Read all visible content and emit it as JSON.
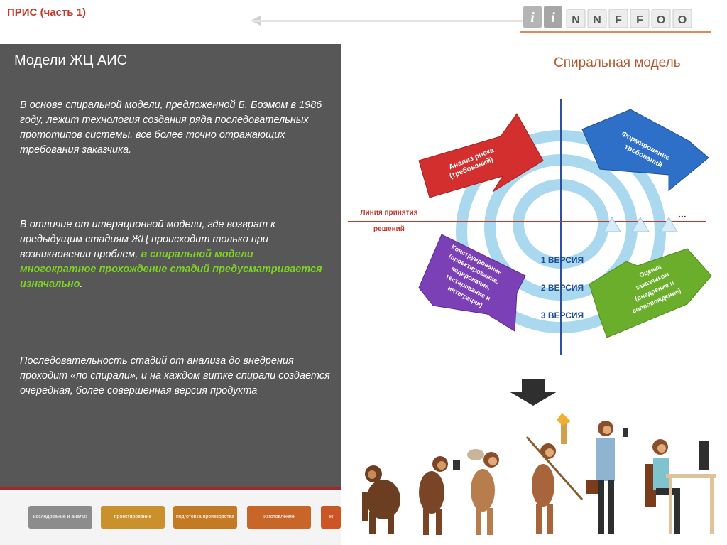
{
  "header": {
    "title": "ПРИС (часть 1)",
    "logo_letters": [
      "i",
      "i",
      "N",
      "N",
      "F",
      "F",
      "O",
      "O"
    ]
  },
  "left_panel": {
    "title": "Модели ЖЦ АИС",
    "paragraph1": "В основе спиральной модели, предложенной Б. Боэмом в 1986 году, лежит технология создания ряда последовательных прототипов системы, все более точно отражающих требования заказчика.",
    "paragraph2_start": "В отличие от итерационной модели, где возврат к предыдущим стадиям ЖЦ происходит только при возникновении проблем, ",
    "paragraph2_highlight": "в спиральной модели многократное прохождение стадий предусматривается изначально",
    "paragraph2_end": ".",
    "paragraph3": "Последовательность стадий от анализа до внедрения проходит «по спирали», и на каждом витке спирали создается очередная, более совершенная версия продукта"
  },
  "stages": [
    {
      "label": "исследование и анализ",
      "color": "#8c8c8c"
    },
    {
      "label": "проектирование",
      "color": "#c9902c"
    },
    {
      "label": "подготовка производства",
      "color": "#c47a22"
    },
    {
      "label": "изготовление",
      "color": "#c8662a"
    },
    {
      "label": "эк",
      "color": "#cc5526"
    }
  ],
  "diagram": {
    "title": "Спиральная модель",
    "decision_line_1": "Линия принятия",
    "decision_line_2": "решений",
    "risk_1": "Анализ риска",
    "risk_2": "(требований)",
    "req_1": "Формирование",
    "req_2": "требований",
    "build_lines": [
      "Конструирование",
      "(проектирование,",
      "кодирование,",
      "тестирование и",
      "интеграция)"
    ],
    "eval_lines": [
      "Оценка",
      "заказчиком",
      "(внедрение и",
      "сопровождение)"
    ],
    "versions": [
      "1 ВЕРСИЯ",
      "2 ВЕРСИЯ",
      "3 ВЕРСИЯ"
    ],
    "ellipsis": "...",
    "colors": {
      "risk": "#d32f2f",
      "req": "#2e6fc8",
      "build": "#7b3fb6",
      "eval": "#6aae2c",
      "spiral": "#9fd3ec",
      "decision": "#c0392b"
    }
  }
}
